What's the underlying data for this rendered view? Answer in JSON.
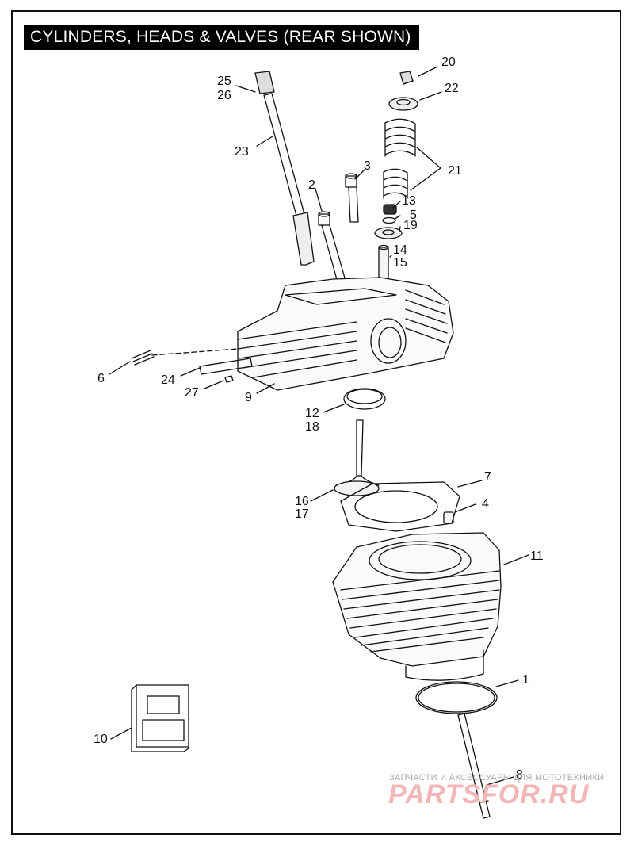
{
  "title": "CYLINDERS, HEADS & VALVES (REAR SHOWN)",
  "callouts": {
    "c1": "1",
    "c2": "2",
    "c3": "3",
    "c4": "4",
    "c5": "5",
    "c6": "6",
    "c7": "7",
    "c8": "8",
    "c9": "9",
    "c10": "10",
    "c11": "11",
    "c12": "12",
    "c13": "13",
    "c14": "14",
    "c15": "15",
    "c16": "16",
    "c17": "17",
    "c18": "18",
    "c19": "19",
    "c20": "20",
    "c21": "21",
    "c22": "22",
    "c23": "23",
    "c24": "24",
    "c25": "25",
    "c26": "26",
    "c27": "27"
  },
  "watermark": {
    "line1": "ЗАПЧАСТИ И АКСЕССУАРЫ ДЛЯ МОТОТЕХНИКИ",
    "brand": "PARTSFOR.RU"
  },
  "colors": {
    "ink": "#111111",
    "title_bg": "#000000",
    "title_fg": "#ffffff",
    "watermark": "#f2b6b6"
  }
}
